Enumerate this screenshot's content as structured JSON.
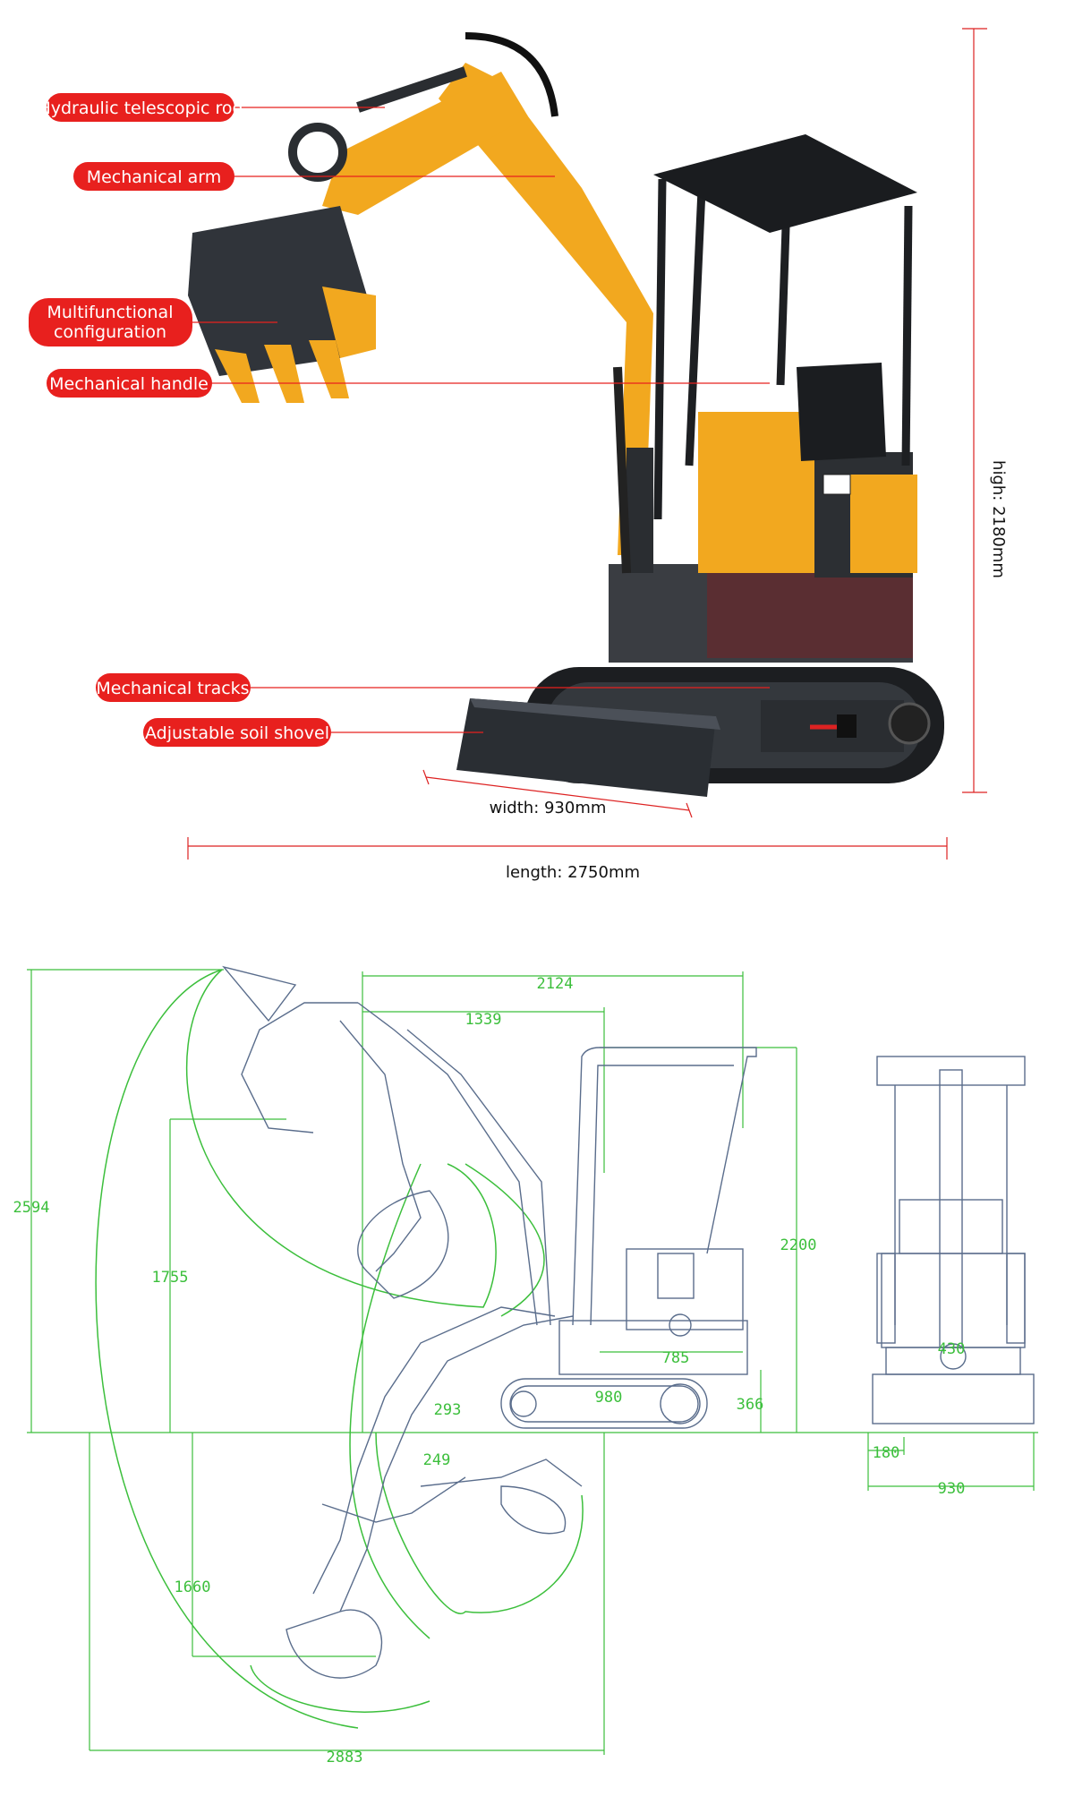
{
  "labels": {
    "hydraulic_rod": "Hydraulic telescopic rod",
    "mech_arm": "Mechanical arm",
    "multi_config_1": "Multifunctional",
    "multi_config_2": "configuration",
    "mech_handle": "Mechanical handle",
    "mech_tracks": "Mechanical tracks",
    "soil_shovel": "Adjustable soil shovel"
  },
  "dimensions": {
    "height": "high: 2180mm",
    "width": "width: 930mm",
    "length": "length: 2750mm"
  },
  "cad": {
    "d2124": "2124",
    "d1339": "1339",
    "d2594": "2594",
    "d1755": "1755",
    "d2200": "2200",
    "d785": "785",
    "d366": "366",
    "d293": "293",
    "d249": "249",
    "d1660": "1660",
    "d2883": "2883",
    "d180": "180",
    "d930": "930",
    "d980": "980",
    "d430": "430"
  },
  "colors": {
    "label_red": "#e8201e",
    "machine_yellow": "#f2a81f",
    "dark_steel": "#2f3338",
    "cad_green": "#3cbf3c",
    "cad_blue": "#5a6d8c"
  }
}
